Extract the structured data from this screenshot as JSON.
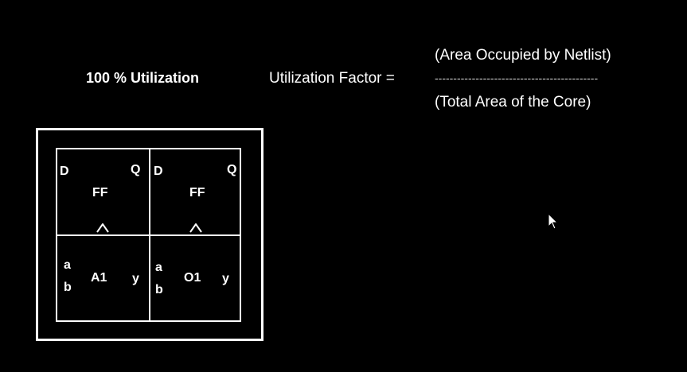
{
  "heading": "100 % Utilization",
  "formula": {
    "label": "Utilization Factor =",
    "numerator": "(Area Occupied by Netlist)",
    "divider": "--------------------------------------------",
    "denominator": "(Total Area of the Core)"
  },
  "cells": {
    "ff1": {
      "name": "FF",
      "pin_d": "D",
      "pin_q": "Q"
    },
    "ff2": {
      "name": "FF",
      "pin_d": "D",
      "pin_q": "Q"
    },
    "a1": {
      "name": "A1",
      "pin_a": "a",
      "pin_b": "b",
      "pin_y": "y"
    },
    "o1": {
      "name": "O1",
      "pin_a": "a",
      "pin_b": "b",
      "pin_y": "y"
    }
  },
  "colors": {
    "background": "#000000",
    "foreground": "#ffffff"
  }
}
